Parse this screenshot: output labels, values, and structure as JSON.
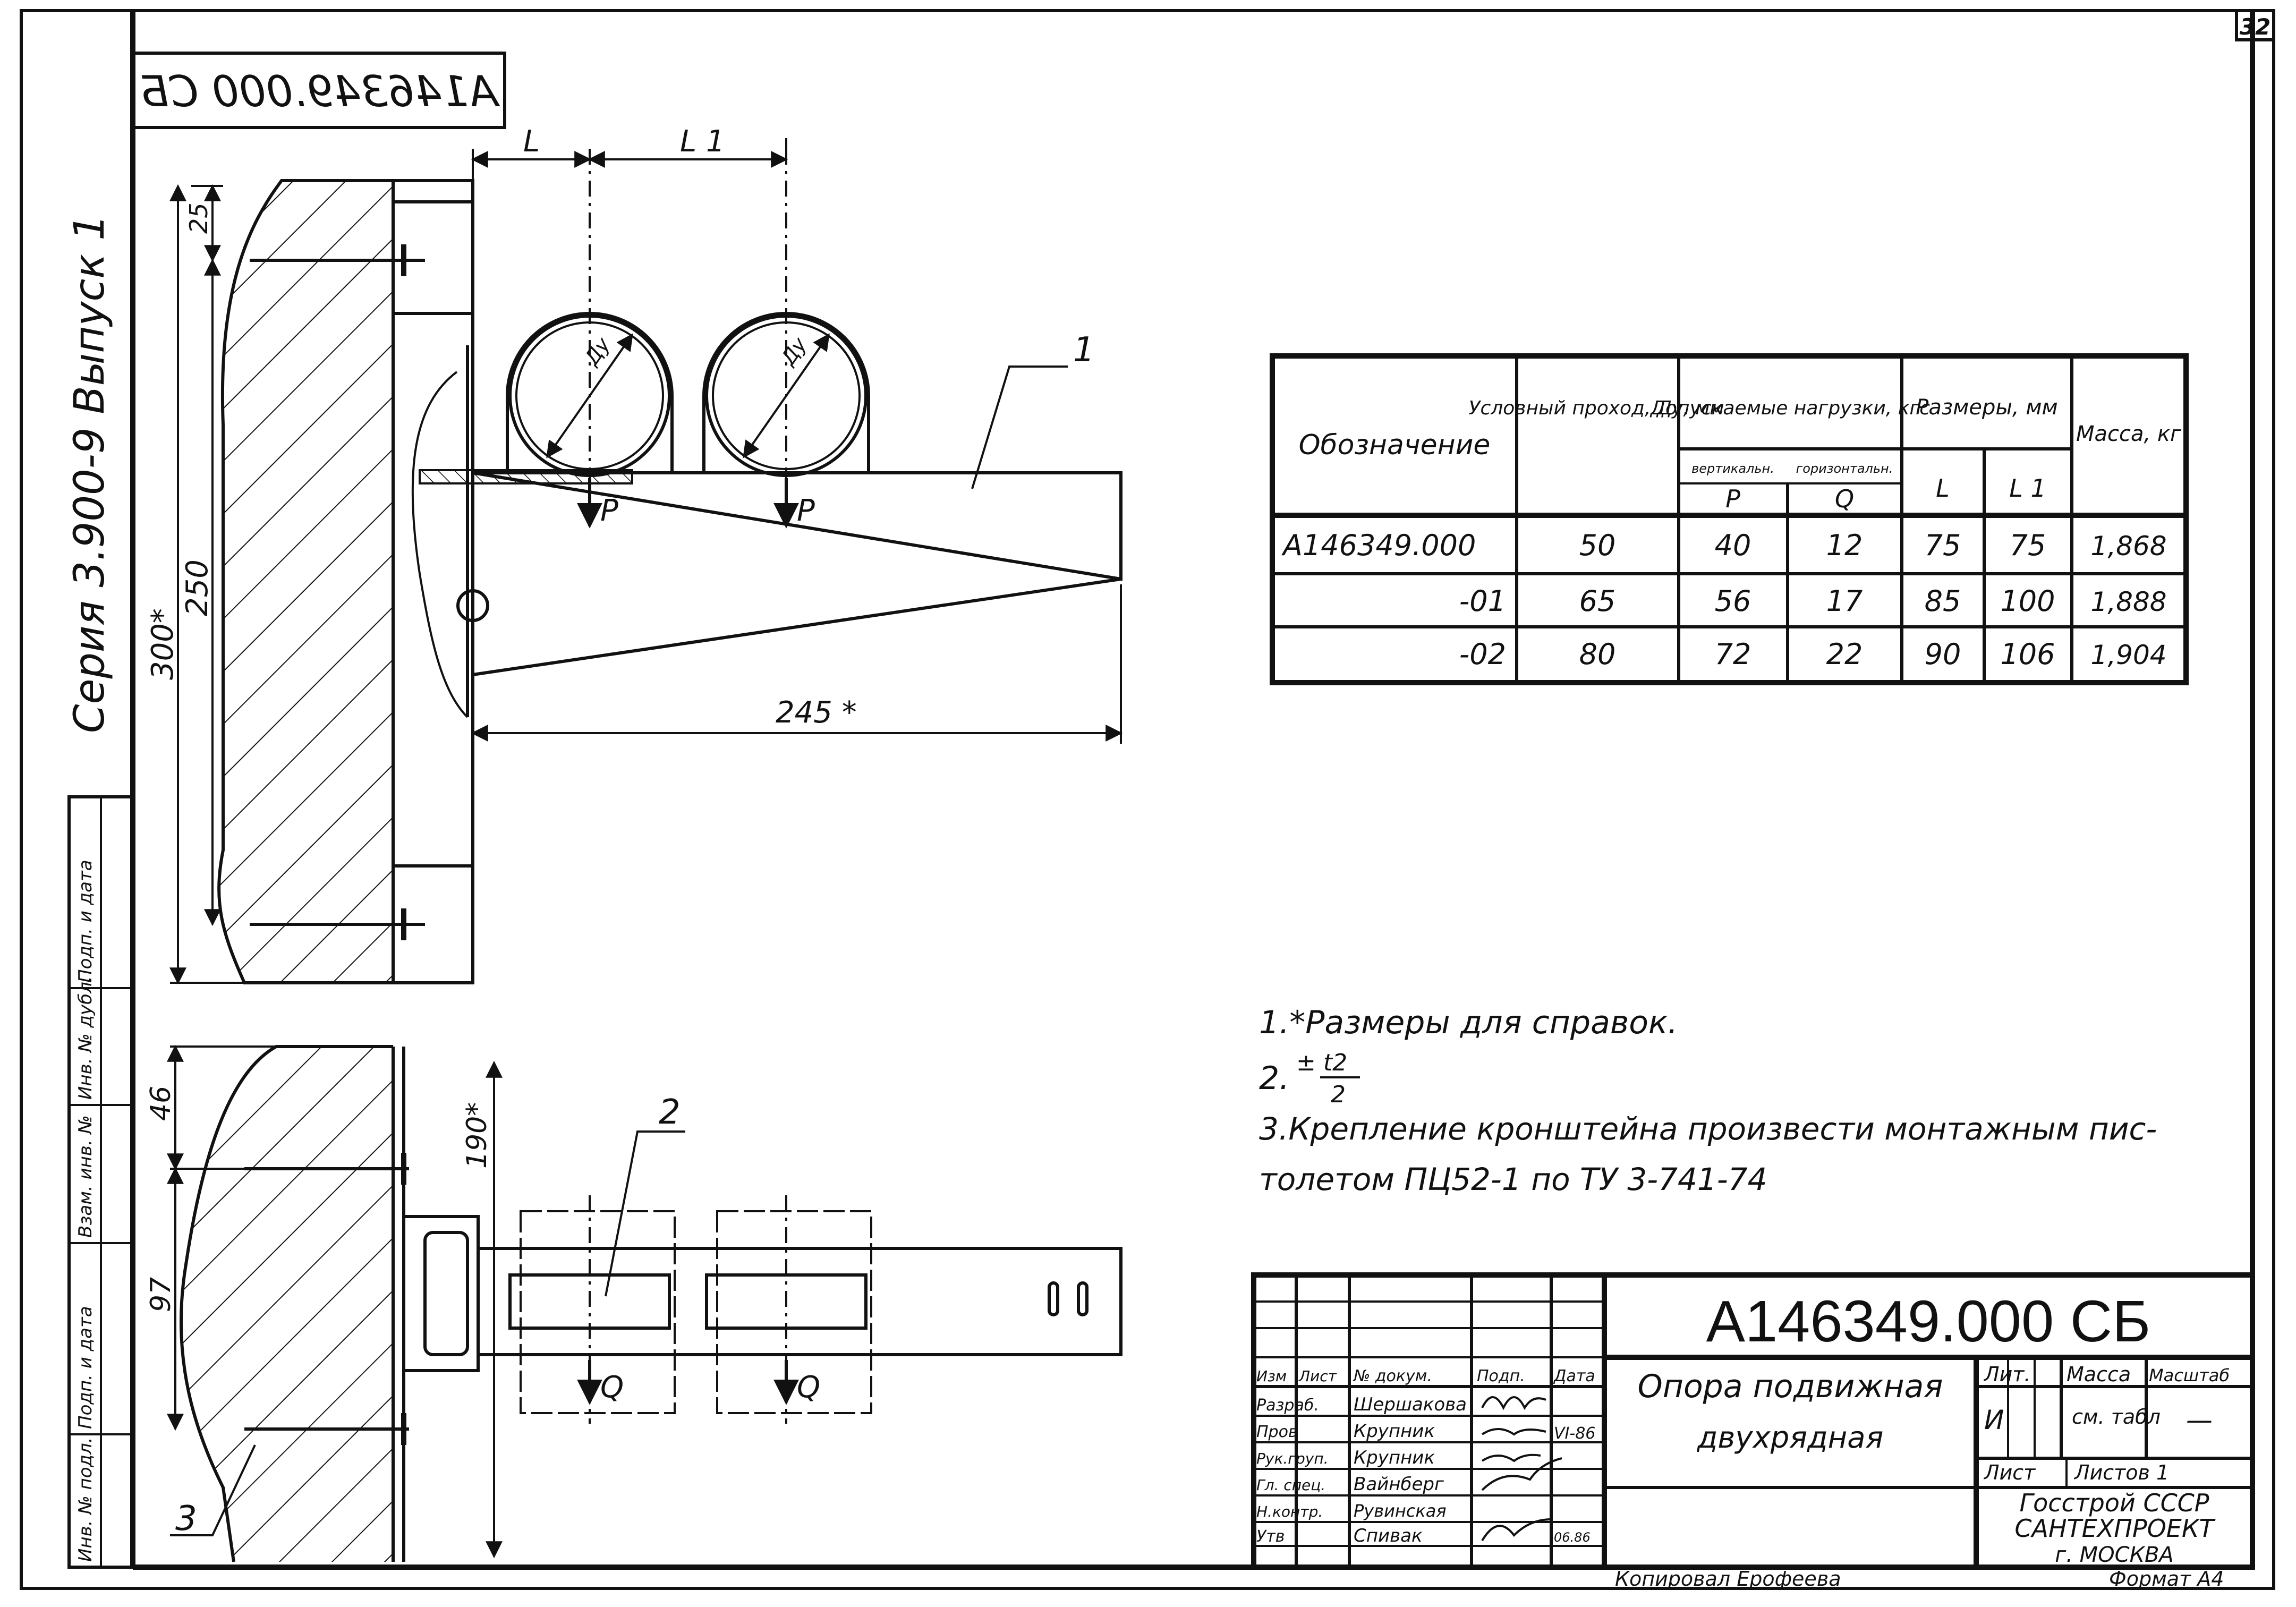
{
  "sheet": {
    "page_number": "32",
    "stamp_code_mirrored": "А146349.000 СБ",
    "series_vertical": "Серия 3.900-9  Выпуск 1",
    "side_stamp_cells": [
      "Подп. и дата",
      "Инв. № дубл.",
      "Взам. инв. №",
      "Подп. и дата",
      "Инв. № подл."
    ]
  },
  "drawing": {
    "dim_L": "L",
    "dim_L1": "L 1",
    "dim_25": "25",
    "dim_250": "250",
    "dim_300": "300*",
    "dim_245": "245 *",
    "dim_46": "46",
    "dim_97": "97",
    "dim_190": "190*",
    "load_P": "P",
    "load_Q": "Q",
    "pipe_label": "Ду",
    "pos_1": "1",
    "pos_2": "2",
    "pos_3": "3"
  },
  "spec_table": {
    "headers": {
      "designation": "Обозначение",
      "nominal": "Условный проход, Ду, мм",
      "loads": "Допускаемые нагрузки, кгс",
      "vertical": "вертикальн.",
      "horizontal": "горизонтальн.",
      "P": "P",
      "Q": "Q",
      "dims": "Размеры, мм",
      "L": "L",
      "L1": "L 1",
      "mass": "Масса, кг"
    },
    "rows": [
      {
        "designation": "А146349.000",
        "du": "50",
        "p": "40",
        "q": "12",
        "l": "75",
        "l1": "75",
        "mass": "1,868"
      },
      {
        "designation": "-01",
        "du": "65",
        "p": "56",
        "q": "17",
        "l": "85",
        "l1": "100",
        "mass": "1,888"
      },
      {
        "designation": "-02",
        "du": "80",
        "p": "72",
        "q": "22",
        "l": "90",
        "l1": "106",
        "mass": "1,904"
      }
    ]
  },
  "notes": {
    "n1": "1.*Размеры для справок.",
    "n2_prefix": "2.",
    "n2_frac_top": "± t2",
    "n2_frac_bottom": "2",
    "n3_line1": "3.Крепление кронштейна произвести монтажным пис-",
    "n3_line2": "толетом ПЦ52-1 по ТУ 3-741-74"
  },
  "title_block": {
    "doc_code": "А146349.000 СБ",
    "title_line1": "Опора подвижная",
    "title_line2": "двухрядная",
    "col_headers": [
      "Изм",
      "Лист",
      "№ докум.",
      "Подп.",
      "Дата"
    ],
    "roles": [
      {
        "role": "Разраб.",
        "name": "Шершакова",
        "date": ""
      },
      {
        "role": "Пров",
        "name": "Крупник",
        "date": "VI-86"
      },
      {
        "role": "Рук.груп.",
        "name": "Крупник",
        "date": ""
      },
      {
        "role": "Гл. спец.",
        "name": "Вайнберг",
        "date": ""
      },
      {
        "role": "Н.контр.",
        "name": "Рувинская",
        "date": ""
      },
      {
        "role": "Утв",
        "name": "Спивак",
        "date": "06.86"
      }
    ],
    "lit_label": "Лит.",
    "lit_value": "И",
    "mass_label": "Масса",
    "mass_value": "см. табл",
    "scale_label": "Масштаб",
    "scale_value": "—",
    "sheet_label": "Лист",
    "sheets_label": "Листов 1",
    "org_line1": "Госстрой СССР",
    "org_line2": "САНТЕХПРОЕКТ",
    "org_line3": "г. МОСКВА"
  },
  "footer": {
    "copied": "Копировал Ерофеева",
    "format": "Формат А4"
  }
}
